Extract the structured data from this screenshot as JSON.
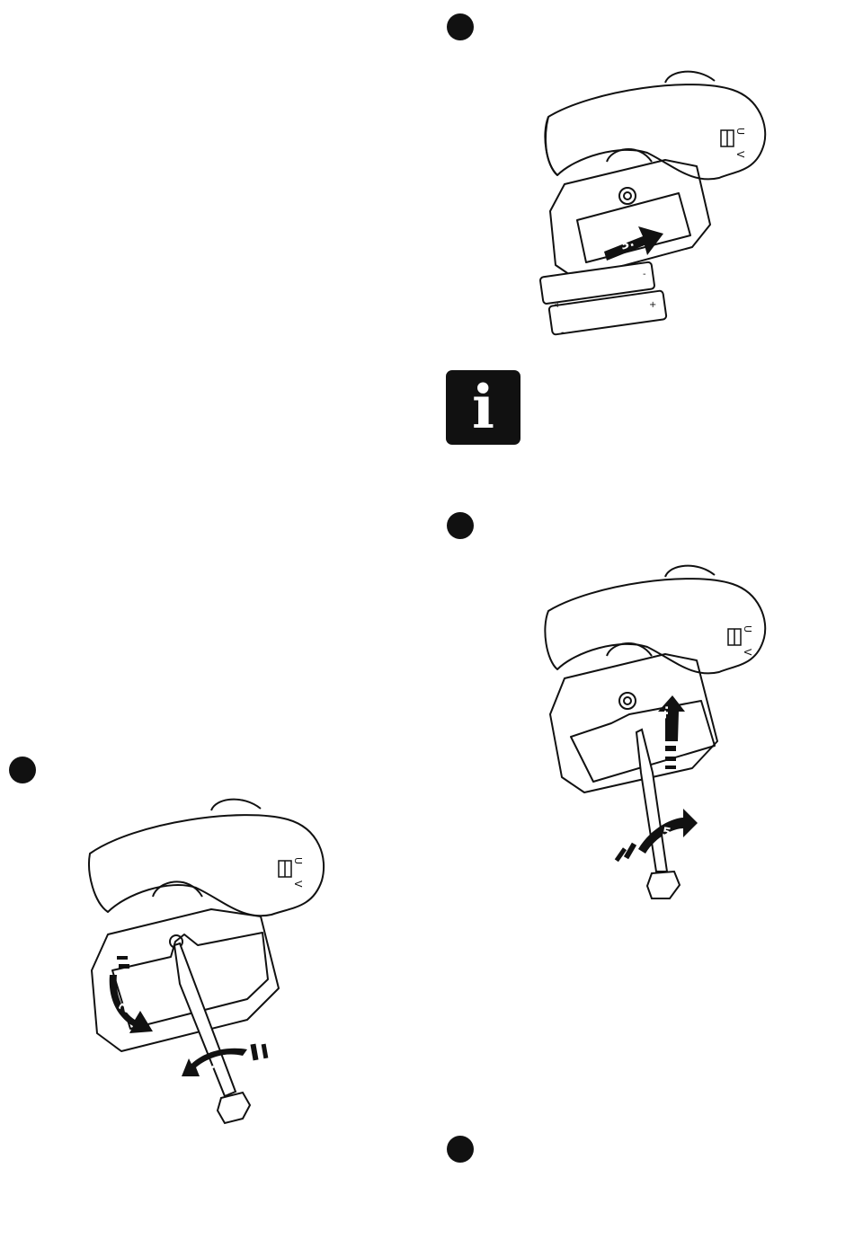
{
  "page": {
    "bullets": [
      "bullet-step-top",
      "bullet-step-middle",
      "bullet-step-bottom",
      "bullet-step-left"
    ],
    "info_icon": {
      "name": "info-icon",
      "letter": "i",
      "background": "#111111",
      "foreground": "#ffffff"
    }
  },
  "figures": {
    "insert_batteries": {
      "step_label": "3.",
      "switch_top": "U",
      "switch_bottom": "V",
      "battery_plus": "+",
      "battery_minus": "-"
    },
    "close_cover": {
      "step_label_push": "4.",
      "step_label_screw": "5.",
      "switch_top": "U",
      "switch_bottom": "V"
    },
    "open_cover": {
      "step_label_unscrew": "1.",
      "step_label_remove": "2.",
      "switch_top": "U",
      "switch_bottom": "V"
    }
  },
  "colors": {
    "ink": "#111111",
    "paper": "#ffffff"
  }
}
